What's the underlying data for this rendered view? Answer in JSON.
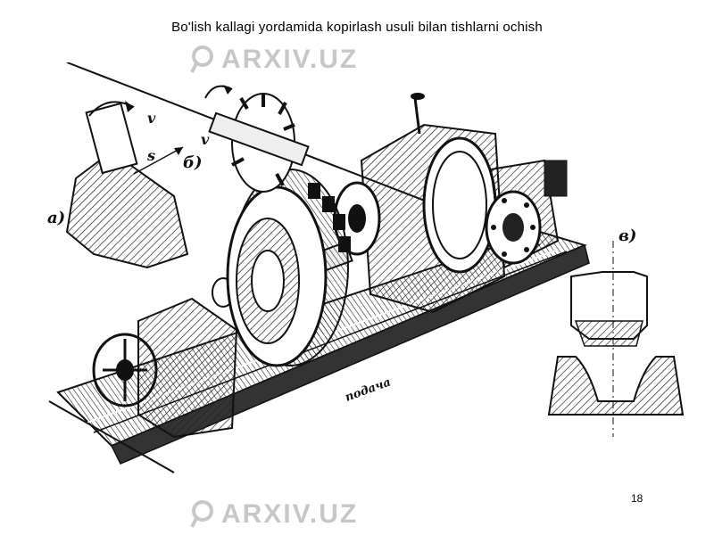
{
  "slide": {
    "title": "Bo'lish kallagi yordamida kopirlash usuli bilan tishlarni ochish",
    "page_number": "18"
  },
  "figure": {
    "labels": {
      "a": "a)",
      "b": "б)",
      "v": "в)",
      "v_arrow_1": "v",
      "v_arrow_2": "v",
      "s_arrow": "s",
      "bed_text": "подача"
    }
  },
  "watermark": {
    "text": "ARXIV.UZ"
  }
}
